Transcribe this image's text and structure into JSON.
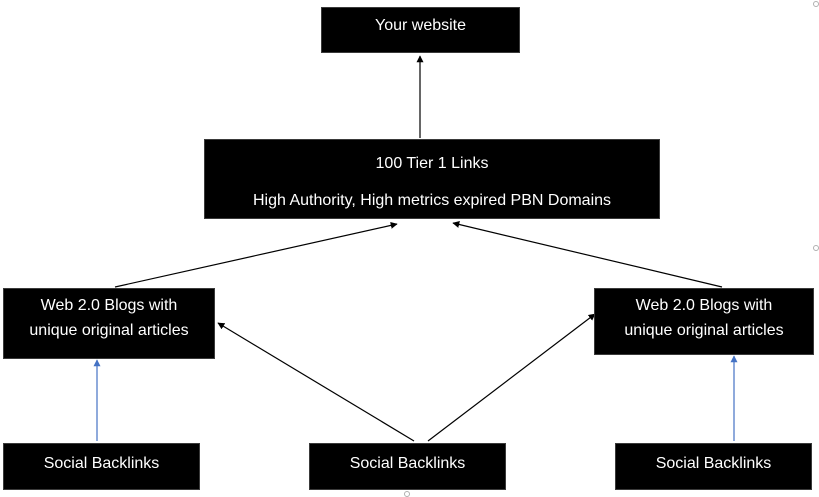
{
  "nodes": {
    "website": {
      "label": "Your website"
    },
    "tier1": {
      "title": "100 Tier 1 Links",
      "subtitle": "High Authority, High metrics expired PBN Domains"
    },
    "web20_left": {
      "line1": "Web 2.0 Blogs with",
      "line2": "unique original articles"
    },
    "web20_right": {
      "line1": "Web 2.0 Blogs with",
      "line2": "unique original articles"
    },
    "social_left": {
      "label": "Social Backlinks"
    },
    "social_center": {
      "label": "Social Backlinks"
    },
    "social_right": {
      "label": "Social Backlinks"
    }
  },
  "colors": {
    "box_fill": "#000000",
    "box_text": "#ffffff",
    "arrow_black": "#000000",
    "arrow_blue": "#4472c4"
  }
}
